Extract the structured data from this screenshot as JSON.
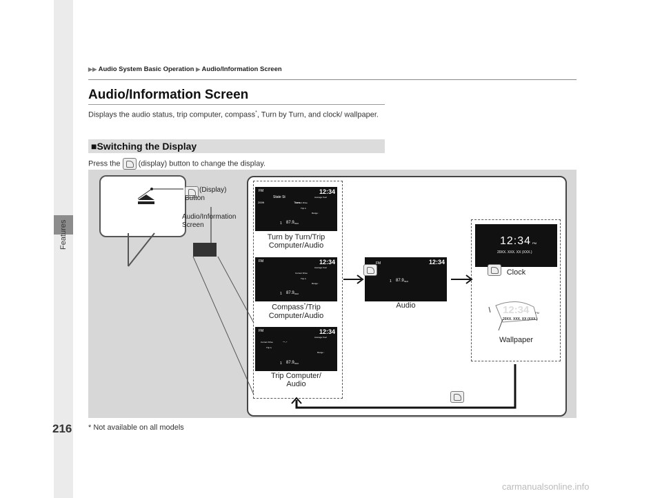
{
  "breadcrumb": {
    "part1": "Audio System Basic Operation",
    "part2": "Audio/Information Screen"
  },
  "sidebar": {
    "label": "Features"
  },
  "page_number": "216",
  "heading": "Audio/Information Screen",
  "intro_before": "Displays the audio status, trip computer, compass",
  "intro_star": "*",
  "intro_after": ", Turn by Turn, and clock/ wallpaper.",
  "section": {
    "marker": "■",
    "title": "Switching the Display"
  },
  "instruction_before": "Press the",
  "instruction_after": "(display) button to change the display.",
  "callouts": {
    "display_button": "(Display)",
    "display_button_2": "Button",
    "info_screen": "Audio/Information",
    "info_screen_2": "Screen"
  },
  "screens": {
    "turn_by_turn": {
      "caption1": "Turn by Turn/Trip",
      "caption2": "Computer/Audio",
      "band": "FM",
      "time": "12:34",
      "street": "State St",
      "dist": "200ft",
      "then": "Then",
      "avg": "Average Fuel",
      "drive": "Current Drive",
      "trip": "Trip A",
      "range": "Range :",
      "dash": "--.-",
      "preset": "1",
      "freq": "87.9",
      "unit": "MHz"
    },
    "compass": {
      "caption1": "Compass",
      "star": "*",
      "caption1b": "/Trip",
      "caption2": "Computer/Audio",
      "band": "FM",
      "time": "12:34",
      "avg": "Average Fuel",
      "drive": "Current Drive",
      "trip": "Trip A",
      "range": "Range :",
      "dash": "--.-",
      "preset": "1",
      "freq": "87.9",
      "unit": "MHz"
    },
    "trip": {
      "caption1": "Trip Computer/",
      "caption2": "Audio",
      "band": "FM",
      "time": "12:34",
      "avg": "Average Fuel",
      "drive": "Current Drive",
      "trip": "Trip A",
      "range": "Range :",
      "dash": "--.-",
      "preset": "1",
      "freq": "87.9",
      "unit": "MHz"
    },
    "audio": {
      "caption": "Audio",
      "band": "FM",
      "time": "12:34",
      "preset": "1",
      "freq": "87.9",
      "unit": "MHz"
    },
    "clock": {
      "caption": "Clock",
      "time": "12:34",
      "ampm": "PM",
      "date": "20XX. XXX. XX (XXX.)"
    },
    "wallpaper": {
      "caption": "Wallpaper",
      "time": "12:34",
      "ampm": "PM",
      "date": "20XX. XXX. XX (XXX.)"
    }
  },
  "footnote": "* Not available on all models",
  "watermark": "carmanualsonline.info"
}
